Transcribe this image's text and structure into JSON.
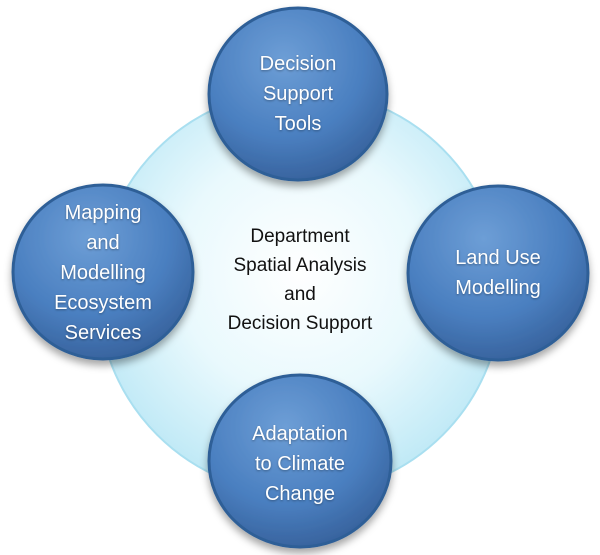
{
  "center": {
    "lines": [
      "Department",
      "Spatial Analysis",
      "and",
      "Decision Support"
    ]
  },
  "nodes": {
    "top": {
      "lines": [
        "Decision",
        "Support",
        "Tools"
      ]
    },
    "left": {
      "lines": [
        "Mapping",
        "and",
        "Modelling",
        "Ecosystem",
        "Services"
      ]
    },
    "right": {
      "lines": [
        "Land Use",
        "Modelling"
      ]
    },
    "bottom": {
      "lines": [
        "Adaptation",
        "to Climate",
        "Change"
      ]
    }
  },
  "colors": {
    "hub_fill": "#d8f3fb",
    "hub_edge": "#9fdcee",
    "node_fill": "#4a7fc0",
    "node_edge": "#2a5488",
    "node_text": "#ffffff",
    "center_text": "#111111"
  }
}
